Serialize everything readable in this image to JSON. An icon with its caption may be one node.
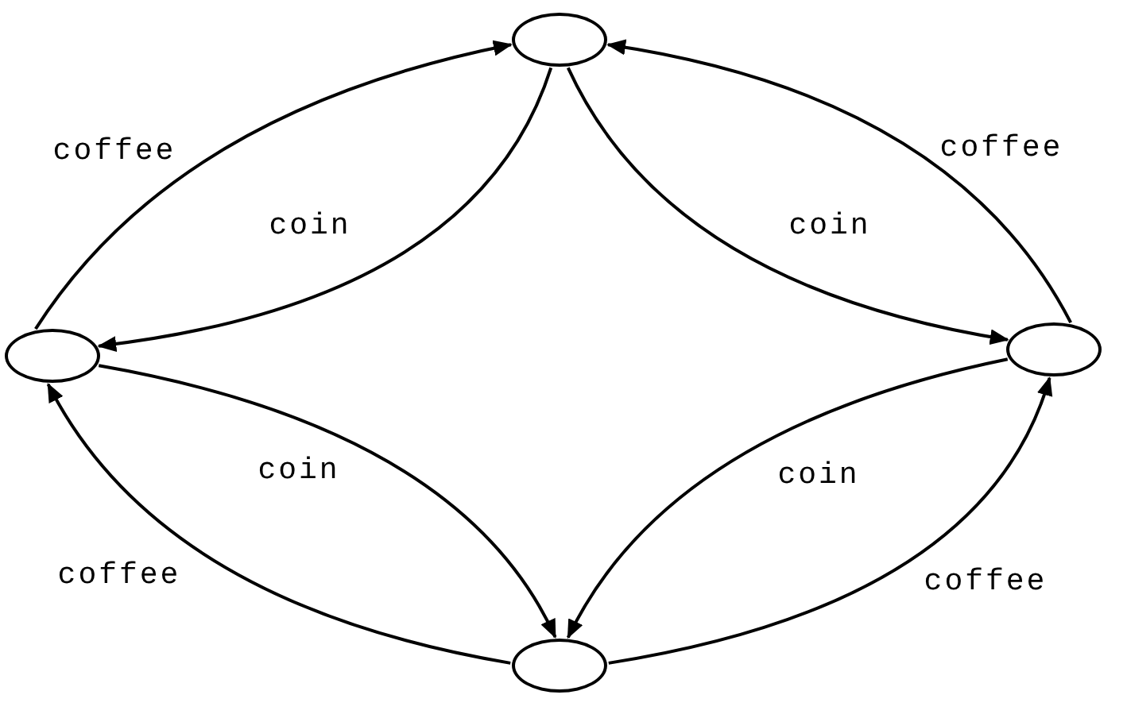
{
  "diagram": {
    "nodes": [
      {
        "text": [],
        "shape": "ellipse"
      },
      {
        "text": [],
        "shape": "ellipse"
      },
      {
        "text": [],
        "shape": "ellipse"
      },
      {
        "text": [],
        "shape": "ellipse"
      }
    ],
    "edges": [
      {
        "from": 1,
        "to": 0,
        "arrow": "to",
        "label": "coffee"
      },
      {
        "from": 0,
        "to": 1,
        "arrow": "to",
        "label": "coin"
      },
      {
        "from": 0,
        "to": 2,
        "arrow": "to",
        "label": "coin"
      },
      {
        "from": 2,
        "to": 0,
        "arrow": "to",
        "label": "coffee"
      },
      {
        "from": 1,
        "to": 3,
        "arrow": "to",
        "label": "coin"
      },
      {
        "from": 3,
        "to": 1,
        "arrow": "to",
        "label": "coffee"
      },
      {
        "from": 2,
        "to": 3,
        "arrow": "to",
        "label": "coin"
      },
      {
        "from": 3,
        "to": 2,
        "arrow": "to",
        "label": "coffee"
      }
    ]
  }
}
